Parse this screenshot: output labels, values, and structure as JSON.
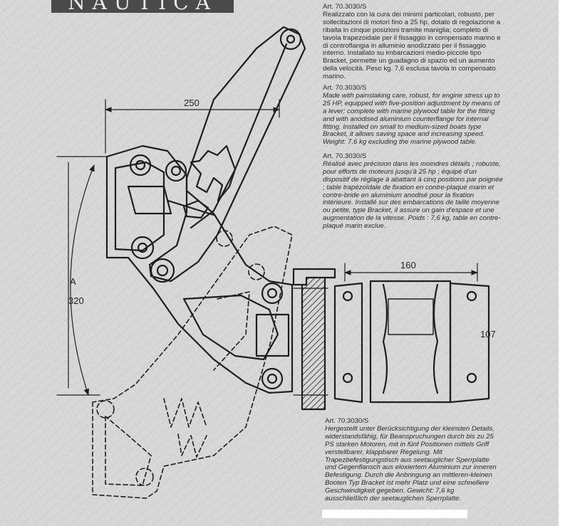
{
  "brand": {
    "logo_text": "NAUTICA"
  },
  "dimensions": {
    "width_top": "250",
    "height_a_letter": "A",
    "height_a_value": "320",
    "table_width": "160",
    "table_height": "107"
  },
  "texts": {
    "italian": {
      "art": "Art. 70.3030/S",
      "body": "Realizzato con la cura dei minimi particolari, robusto, per sollecitazioni di motori fino a 25 hp, dotato di regolazione a ribalta in cinque posizioni tramite maniglia; completo di tavola trapezoidale per il fissaggio in compensato marino e di controflangia in alluminio anodizzato per il fissaggio interno. Installato su imbarcazioni medio-piccole tipo Bracket, permette un guadagno di spazio ed un aumento della velocità. Peso kg. 7,6 esclusa tavola in compensato marino."
    },
    "english": {
      "art": "Art. 70.3030/S",
      "body": "Made with painstaking care, robust, for engine stress up to 25 HP, equipped with five-position adjustment by means of a lever; complete with marine plywood table for the fitting and with anodised aluminium counterflange for internal fitting. Installed on small to medium-sized boats type Bracket, it allows saving space and increasing speed. Weight: 7.6 kg excluding the marine plywood table."
    },
    "french": {
      "art": "Art. 70.3030/S",
      "body": "Réalisé avec précision dans les moindres détails ; robuste, pour efforts de moteurs jusqu'à 25 hp ; équipé d'un dispositif de réglage à abattant à cinq positions par poignée ; table trapézoïdale de fixation en contre-plaqué marin et contre-bride en aluminium anodisé pour la fixation intérieure. Installé sur des embarcations de taille moyenne ou petite, type Bracket, il assure un gain d'espace et une augmentation de la vitesse. Poids : 7,6 kg, table en contre-plaqué marin exclue."
    },
    "german": {
      "art": "Art. 70.3030/S",
      "body": "Hergestellt unter Berücksichtigung der kleinsten Details, widerstandsfähig, für Beanspruchungen durch bis zu 25 PS starken Motoren, mit in fünf Positionen mittels Griff verstellbarer, klappbarer Regelung. Mit Trapezbefestigungstisch aus seetauglicher Sperrplatte und Gegenflansch aus eloxiertem Aluminium zur inneren Befestigung. Durch die Anbringung an mittleren-kleinen Booten Typ Bracket ist mehr Platz und eine schnellere Geschwindigkeit gegeben. Gewicht: 7,6 kg ausschließlich der seetauglichen Sperrplatte."
    }
  },
  "colors": {
    "line": "#1e1e1e",
    "paper": "#d6d6d6",
    "logo_band": "#4a4a4a"
  }
}
